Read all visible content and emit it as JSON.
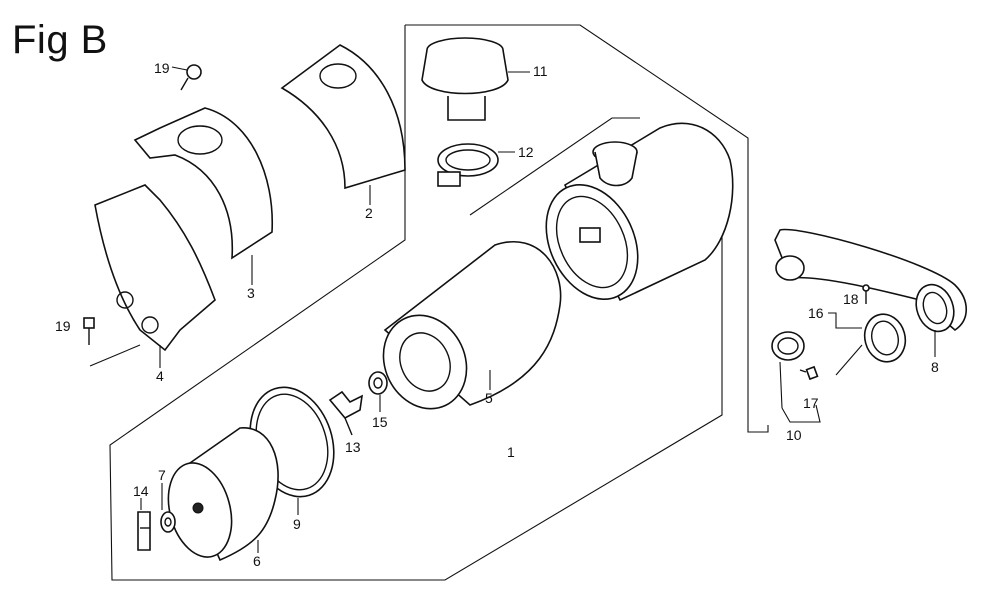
{
  "figure": {
    "title": "Fig B"
  },
  "callouts": [
    {
      "id": "c19a",
      "text": "19"
    },
    {
      "id": "c11",
      "text": "11"
    },
    {
      "id": "c12",
      "text": "12"
    },
    {
      "id": "c2",
      "text": "2"
    },
    {
      "id": "c3",
      "text": "3"
    },
    {
      "id": "c19b",
      "text": "19"
    },
    {
      "id": "c4",
      "text": "4"
    },
    {
      "id": "c5",
      "text": "5"
    },
    {
      "id": "c15",
      "text": "15"
    },
    {
      "id": "c13",
      "text": "13"
    },
    {
      "id": "c1",
      "text": "1"
    },
    {
      "id": "c9",
      "text": "9"
    },
    {
      "id": "c7",
      "text": "7"
    },
    {
      "id": "c14",
      "text": "14"
    },
    {
      "id": "c6",
      "text": "6"
    },
    {
      "id": "c16",
      "text": "16"
    },
    {
      "id": "c18",
      "text": "18"
    },
    {
      "id": "c17",
      "text": "17"
    },
    {
      "id": "c10",
      "text": "10"
    },
    {
      "id": "c8",
      "text": "8"
    }
  ]
}
